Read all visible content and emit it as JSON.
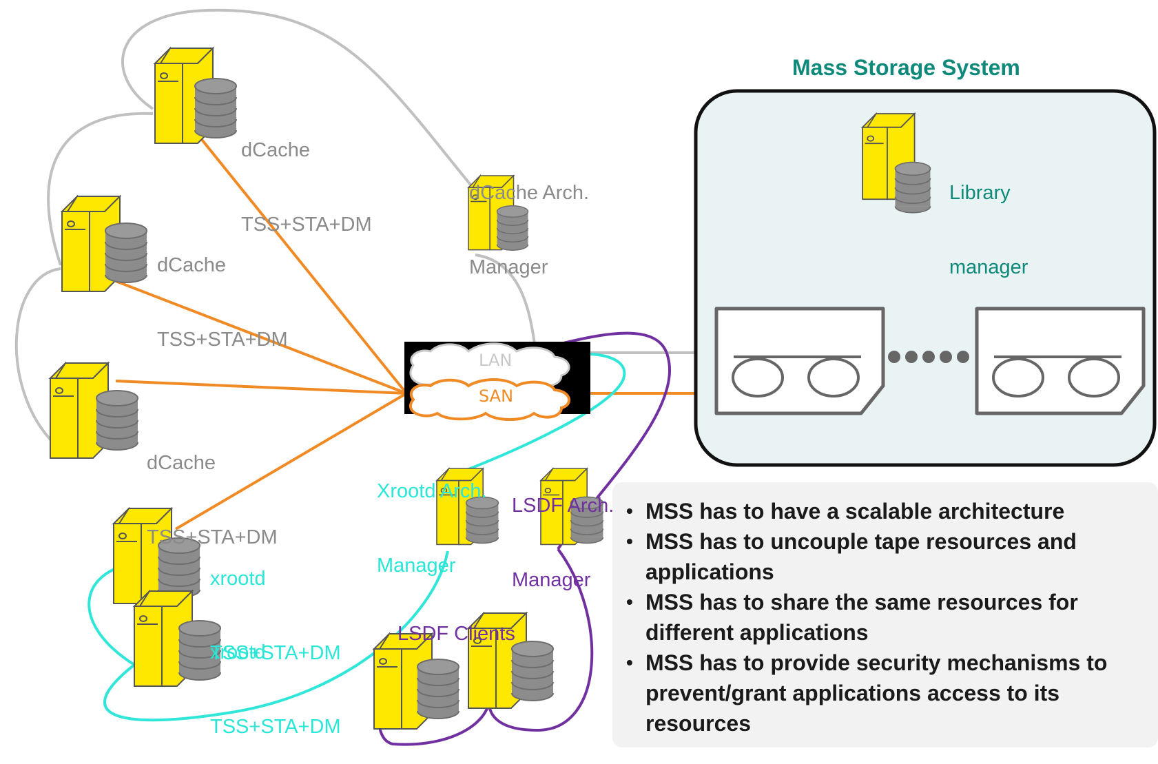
{
  "title": "Mass Storage System",
  "labels": {
    "dcache1_line1": "dCache",
    "dcache1_line2": "TSS+STA+DM",
    "dcache2_line1": "dCache",
    "dcache2_line2": "TSS+STA+DM",
    "dcache3_line1": "dCache",
    "dcache3_line2": "TSS+STA+DM",
    "dcache_arch_line1": "dCache Arch.",
    "dcache_arch_line2": "Manager",
    "xrootd1_line1": "xrootd",
    "xrootd1_line2": "TSS+STA+DM",
    "xrootd2_line1": "xrootd",
    "xrootd2_line2": "TSS+STA+DM",
    "xrootd_arch_line1": "Xrootd Arch.",
    "xrootd_arch_line2": "Manager",
    "lsdf_arch_line1": "LSDF Arch.",
    "lsdf_arch_line2": "Manager",
    "lsdf_clients": "LSDF Clients",
    "library_line1": "Library",
    "library_line2": "manager",
    "lan": "LAN",
    "san": "SAN"
  },
  "bullets": [
    "MSS has to have a scalable architecture",
    "MSS has to uncouple tape resources and applications",
    "MSS has to share the same resources for different applications",
    "MSS has to provide security mechanisms to prevent/grant applications access to its resources"
  ],
  "colors": {
    "server_yellow": "#ffe800",
    "disk_gray": "#8c8c8c",
    "san_orange": "#f08a24",
    "lan_gray": "#c0c0c0",
    "xrootd_cyan": "#2fe6d8",
    "lsdf_purple": "#7030a0",
    "mss_fill": "#eaf3f3",
    "title_teal": "#0f8a7a"
  },
  "icons": {
    "server": "server-icon",
    "disk": "disk-stack-icon",
    "tape": "tape-drive-icon",
    "cloud": "network-cloud-icon"
  }
}
